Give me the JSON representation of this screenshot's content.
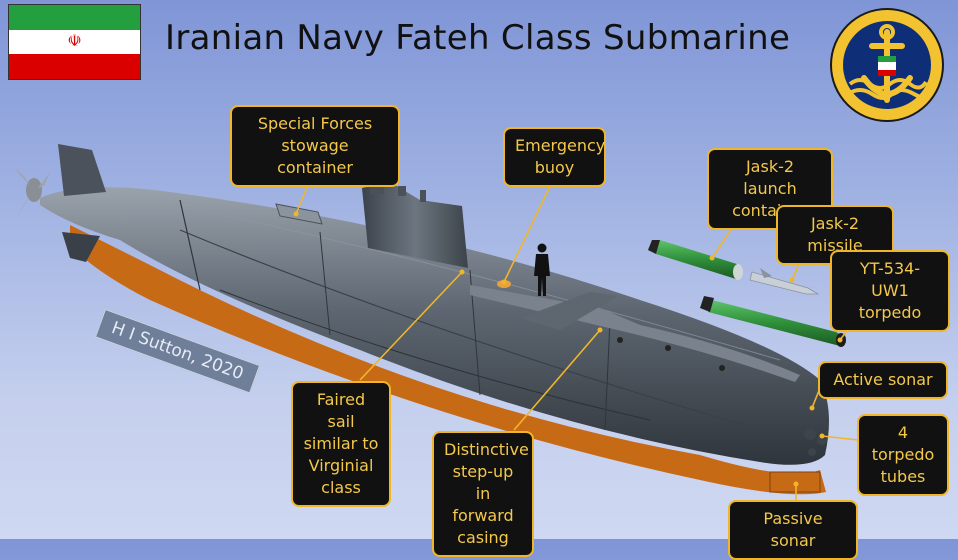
{
  "title": "Iranian Navy Fateh Class Submarine",
  "credit": "H I Sutton, 2020",
  "colors": {
    "callout_bg": "#111111",
    "callout_border": "#f0b62a",
    "callout_text": "#f3c84b",
    "hull_upper": "#5b6470",
    "hull_lower": "#c76a16",
    "missile_green": "#2f8f3a"
  },
  "callouts": {
    "special_forces": "Special Forces stowage container",
    "emergency_buoy": "Emergency buoy",
    "jask_launch": "Jask-2 launch container",
    "jask_missile": "Jask-2 missile",
    "torpedo": "YT-534-UW1 torpedo",
    "active_sonar": "Active sonar",
    "torpedo_tubes": "4 torpedo tubes",
    "passive_sonar": "Passive sonar",
    "faired_sail": "Faired sail similar to Virginial class",
    "step_up": "Distinctive step-up in forward casing"
  },
  "icons": {
    "flag": "iran-flag-icon",
    "emblem": "iranian-navy-emblem-icon"
  }
}
